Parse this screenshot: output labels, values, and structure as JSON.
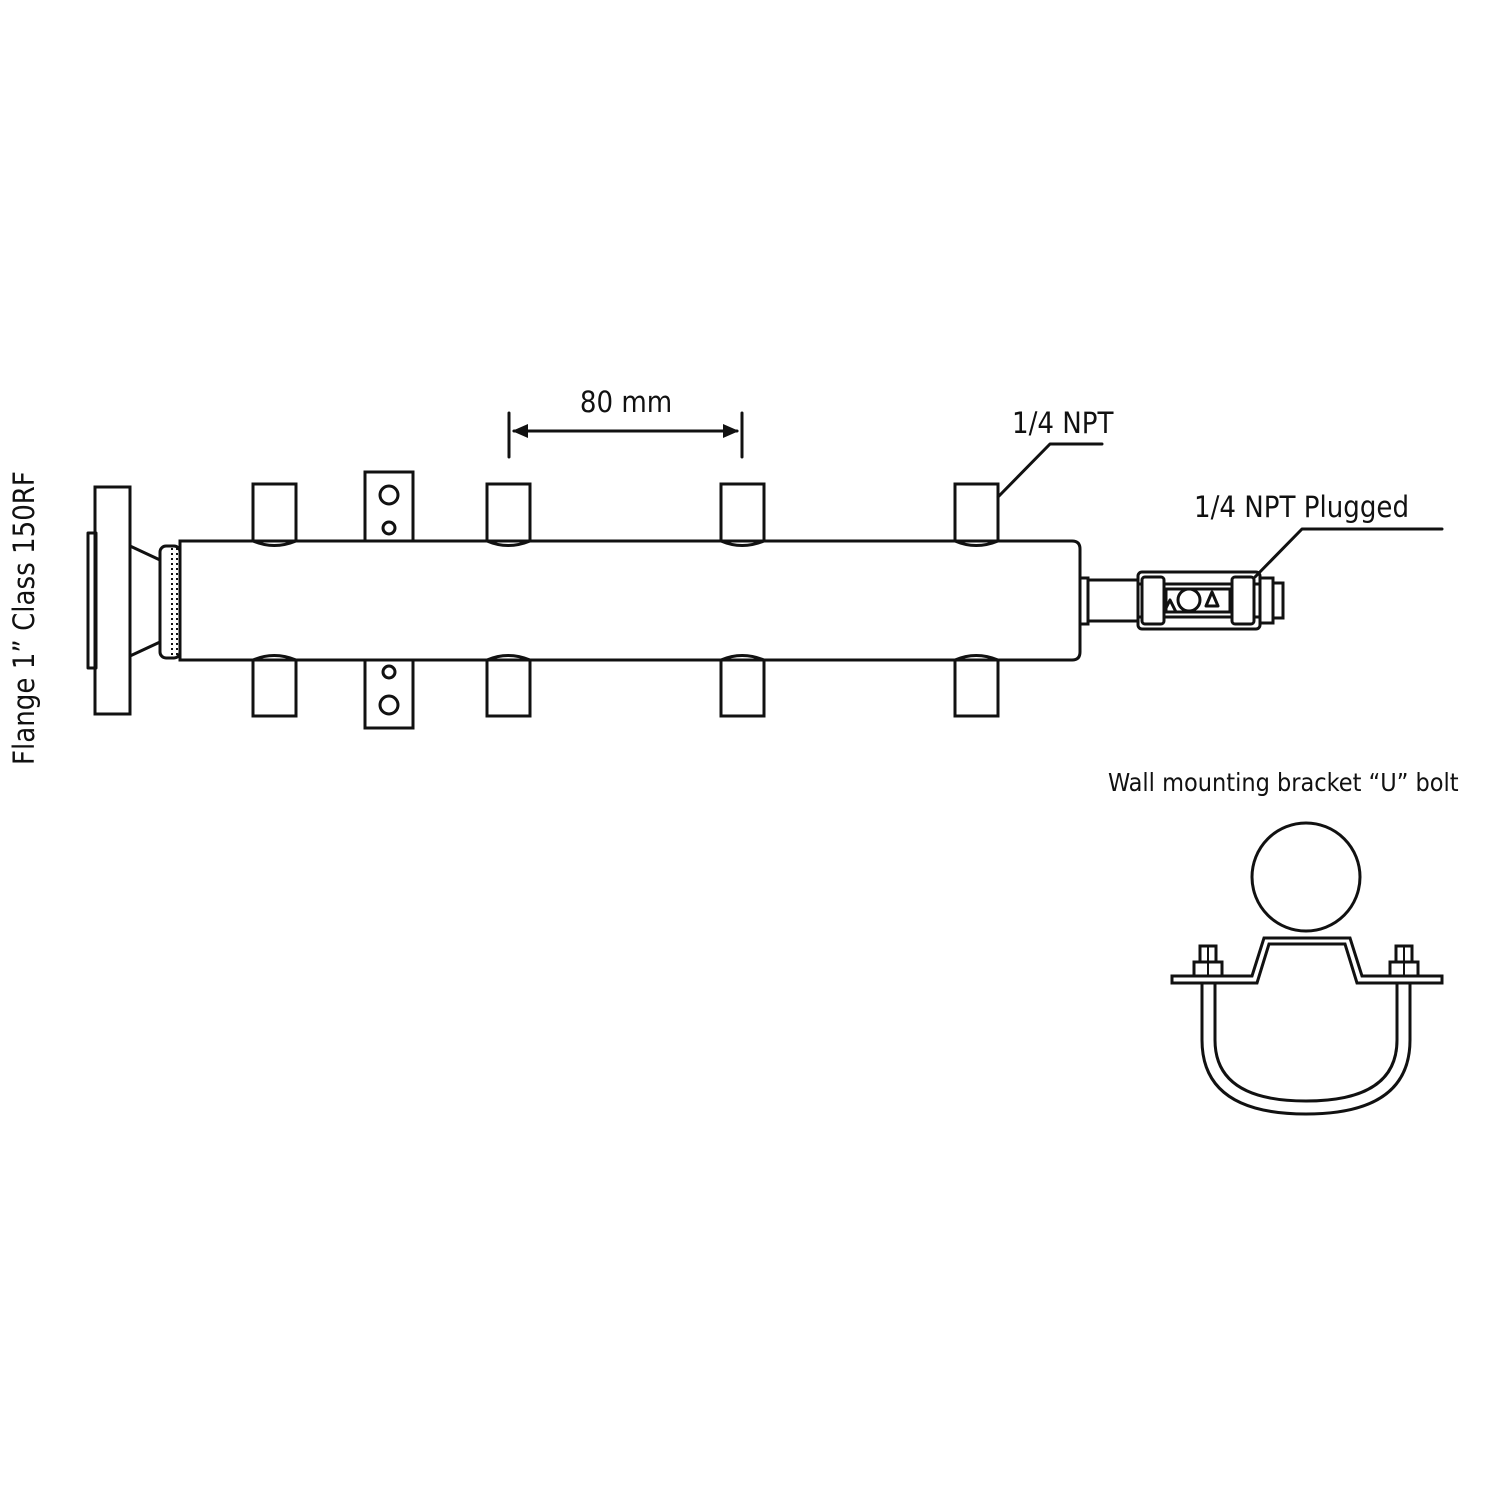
{
  "labels": {
    "flange": "Flange 1” Class 150RF",
    "spacing": "80 mm",
    "outlet": "1/4 NPT",
    "plugged": "1/4 NPT Plugged",
    "bracket": "Wall mounting bracket “U” bolt"
  },
  "colors": {
    "ink": "#111111",
    "background": "#ffffff"
  }
}
